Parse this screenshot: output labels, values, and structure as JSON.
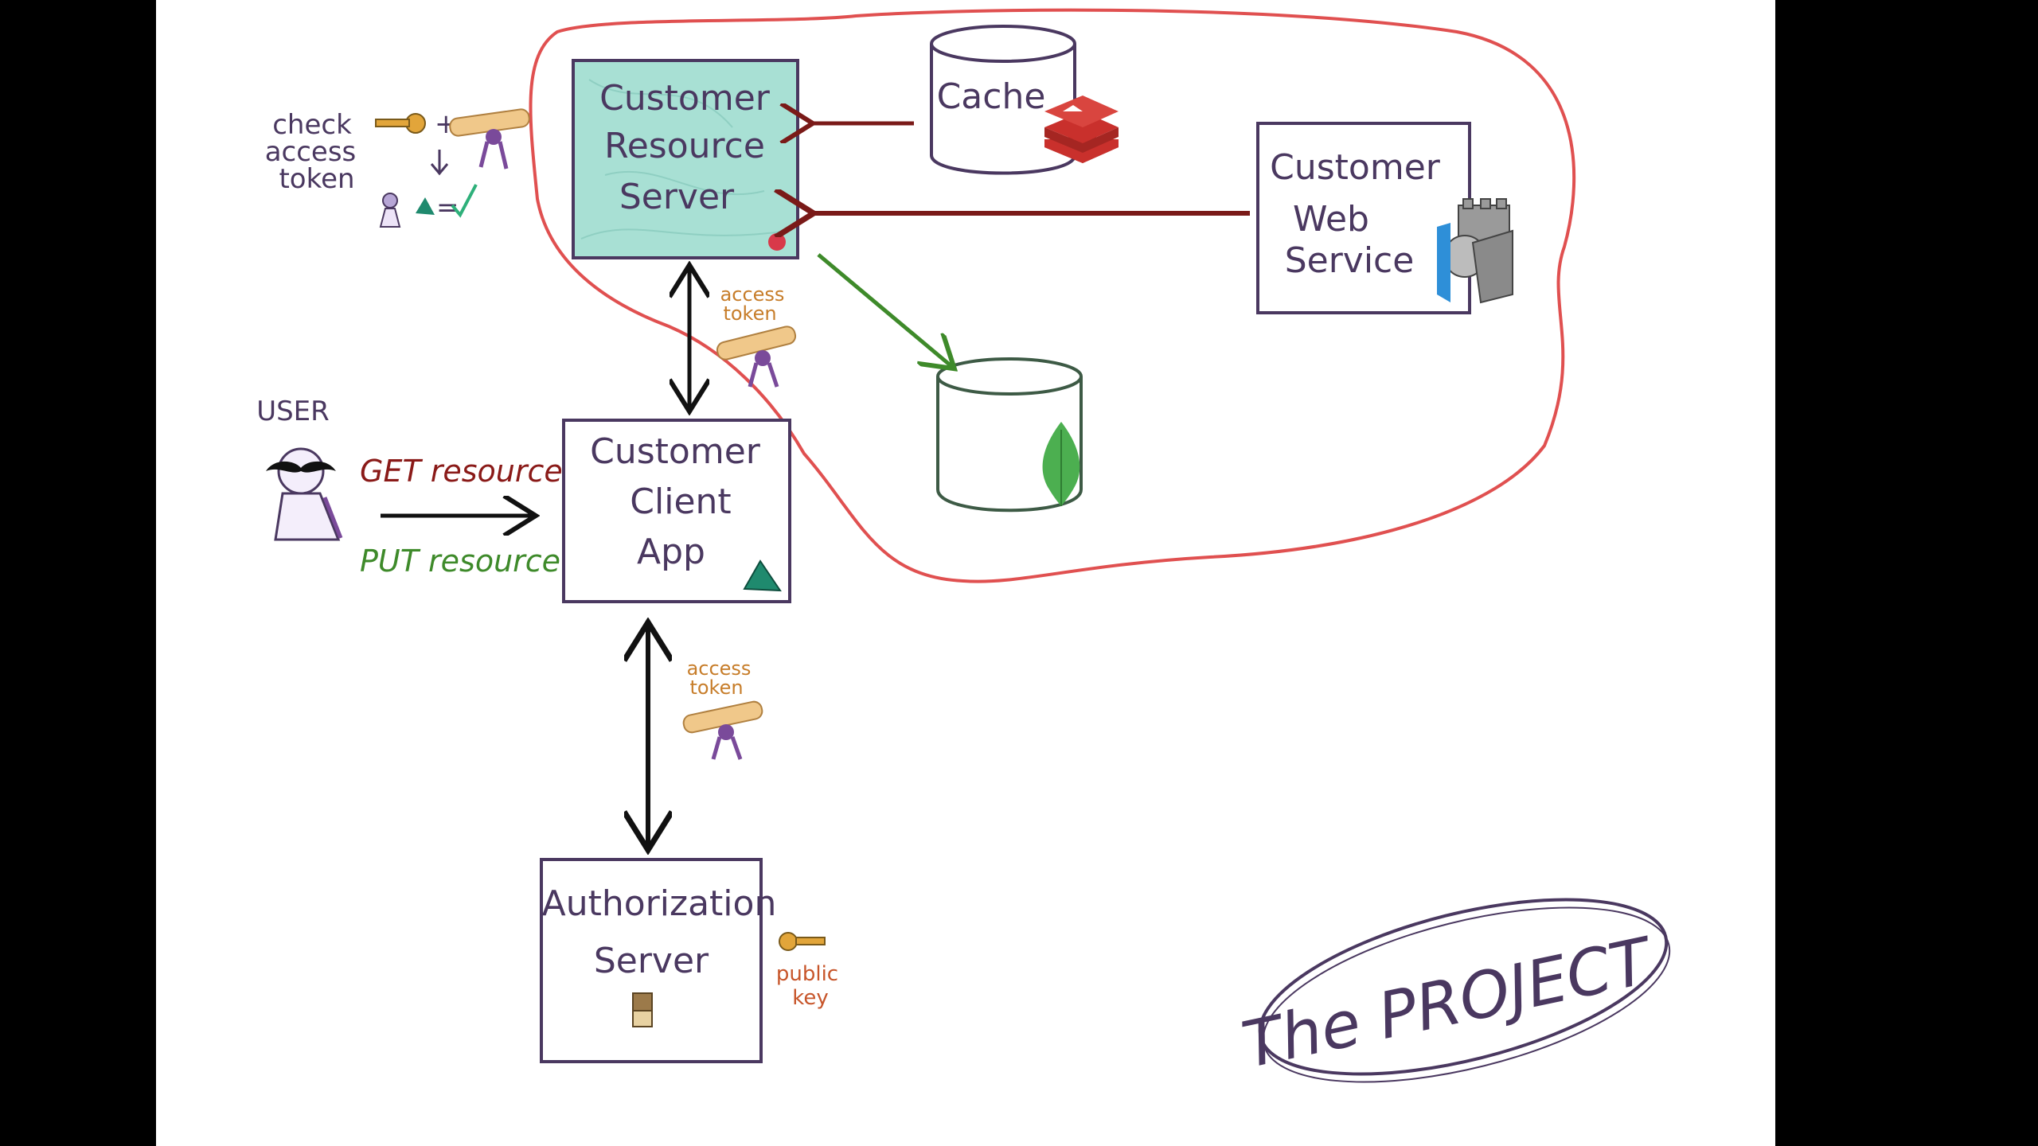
{
  "title": "",
  "nodes": {
    "resource_server": [
      "Customer",
      "Resource",
      "Server"
    ],
    "cache": "Cache",
    "web_service": [
      "Customer",
      "Web",
      "Service"
    ],
    "client_app": [
      "Customer",
      "Client",
      "App"
    ],
    "auth_server": [
      "Authorization",
      "Server"
    ]
  },
  "annotations": {
    "check_token": [
      "check",
      "access",
      "token"
    ],
    "user": "USER",
    "get_resource": "GET resource",
    "put_resource": "PUT resource",
    "access_token_1": [
      "access",
      "token"
    ],
    "access_token_2": [
      "access",
      "token"
    ],
    "public_key": [
      "public",
      "key"
    ],
    "project": "The PROJECT"
  },
  "colors": {
    "box_stroke": "#4a3860",
    "resource_fill": "#a8e0d4",
    "boundary": "#e05050",
    "arrow_red": "#7a1a18",
    "arrow_green": "#3e8a2a",
    "arrow_black": "#111111",
    "redis": "#c9302c",
    "mongo": "#4caf50"
  },
  "icons": [
    "key-icon",
    "scroll-icon",
    "lock-icon",
    "triangle-icon",
    "check-icon",
    "redis-icon",
    "mongodb-icon",
    "knight-icon",
    "user-icon",
    "mustache-icon"
  ]
}
